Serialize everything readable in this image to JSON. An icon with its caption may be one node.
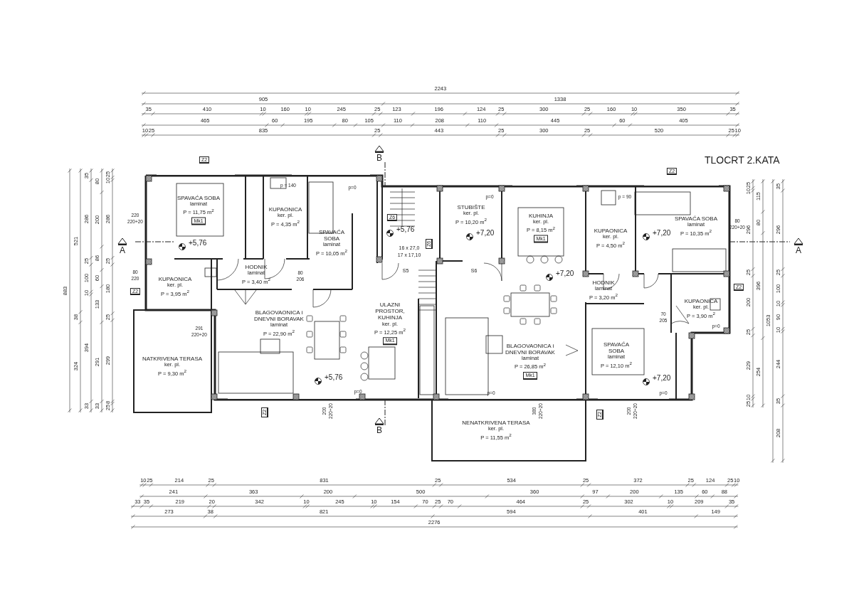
{
  "diagram": {
    "title": "TLOCRT 2.KATA",
    "nodes": [
      {
        "text": [
          "SPAVAĆA SOBA",
          "laminat",
          "P = 11,75 m$^{2}$",
          "Mk1"
        ]
      },
      {
        "text": [
          "KUPAONICA",
          "ker. pl.",
          "P = 4,35 m$^{2}$"
        ]
      },
      {
        "text": [
          "STUBIŠTE",
          "ker. pl.",
          "P = 10,20 m$^{2}$"
        ]
      },
      {
        "text": [
          "KUHINJA",
          "ker. pl.",
          "P = 8,15 m$^{2}$",
          "Mk1"
        ]
      },
      {
        "text": [
          "SPAVAĆA SOBA",
          "laminat",
          "P = 10,35 m$^{2}$"
        ]
      },
      {
        "text": [
          "KUPAONICA",
          "ker. pl.",
          "P = 4,50 m$^{2}$"
        ]
      },
      {
        "text": [
          "SPAVAĆA SOBA",
          "laminat",
          "P = 10,05 m$^{2}$"
        ]
      },
      {
        "text": [
          "HODNIK",
          "laminat",
          "P = 3,40 m$^{2}$"
        ]
      },
      {
        "text": [
          "KUPAONICA",
          "ker. pl.",
          "P = 3,95 m$^{2}$"
        ]
      },
      {
        "text": [
          "HODNIK",
          "laminat",
          "P = 3,20 m$^{2}$"
        ]
      },
      {
        "text": [
          "KUPAONICA",
          "ker. pl.",
          "P = 3,90 m$^{2}$"
        ]
      },
      {
        "text": [
          "BLAGOVAONICA i DNEVNI BORAVAK",
          "laminat",
          "P = 22,90 m$^{2}$"
        ]
      },
      {
        "text": [
          "ULAZNI PROSTOR, KUHINJA",
          "ker. pl.",
          "P = 12,25 m$^{2}$",
          "Mk1"
        ]
      },
      {
        "text": [
          "BLAGOVAONICA i DNEVNI BORAVAK",
          "laminat",
          "P = 26,85 m$^{2}$",
          "Mk1"
        ]
      },
      {
        "text": [
          "SPAVAĆA SOBA",
          "laminat",
          "P = 12,10 m$^{2}$"
        ]
      },
      {
        "text": [
          "NATKRIVENA TERASA",
          "ker. pl.",
          "P = 9,30 m$^{2}$"
        ]
      },
      {
        "text": [
          "NENATKRIVENA TERASA",
          "ker. pl.",
          "P = 11,55 m$^{2}$"
        ]
      }
    ],
    "labels": [
      "2243",
      "905",
      "1338",
      "35",
      "410",
      "10",
      "160",
      "10",
      "245",
      "25",
      "123",
      "196",
      "124",
      "25",
      "300",
      "25",
      "160",
      "10",
      "350",
      "35",
      "465",
      "60",
      "195",
      "80",
      "105",
      "110",
      "208",
      "110",
      "445",
      "60",
      "405",
      "10",
      "25",
      "835",
      "25",
      "443",
      "25",
      "300",
      "25",
      "520",
      "25",
      "10",
      "883",
      "521",
      "38",
      "324",
      "35",
      "286",
      "25",
      "100",
      "10",
      "394",
      "33",
      "80",
      "200",
      "86",
      "60",
      "133",
      "291",
      "33",
      "25",
      "10",
      "286",
      "25",
      "180",
      "25",
      "299",
      "8",
      "25",
      "25",
      "10",
      "296",
      "25",
      "200",
      "25",
      "229",
      "10",
      "25",
      "115",
      "80",
      "396",
      "254",
      "1053",
      "35",
      "296",
      "25",
      "100",
      "10",
      "90",
      "10",
      "244",
      "35",
      "208",
      "10",
      "25",
      "214",
      "25",
      "831",
      "25",
      "534",
      "25",
      "372",
      "25",
      "124",
      "25",
      "10",
      "241",
      "363",
      "200",
      "500",
      "360",
      "97",
      "200",
      "135",
      "60",
      "88",
      "33",
      "35",
      "219",
      "20",
      "342",
      "10",
      "245",
      "10",
      "154",
      "70",
      "25",
      "70",
      "464",
      "25",
      "302",
      "10",
      "209",
      "35",
      "273",
      "38",
      "821",
      "594",
      "401",
      "149",
      "2276",
      "A",
      "A",
      "B",
      "B",
      "Z2",
      "Z2",
      "Z6",
      "Z6",
      "Z2",
      "Z2",
      "Z2",
      "Z2",
      "+5,76",
      "+5,76",
      "+5,76",
      "+7,20",
      "+7,20",
      "+7,20",
      "+7,20",
      "16 x 27,0",
      "17 x 17,10",
      "S5",
      "S6",
      "220",
      "220+20",
      "80",
      "220",
      "291",
      "220+20",
      "80",
      "220+20",
      "80",
      "206",
      "70",
      "205",
      "p = 140",
      "p=0",
      "p=0",
      "p = 90",
      "p=0",
      "p=0",
      "p=0",
      "p=0",
      "200",
      "220+20",
      "380",
      "220+20",
      "200",
      "220+20"
    ]
  }
}
